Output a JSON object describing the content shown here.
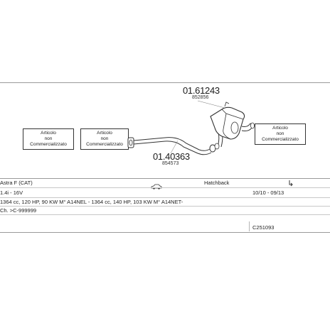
{
  "diagram": {
    "parts": [
      {
        "part_number": "01.61243",
        "sub_code": "852856"
      },
      {
        "part_number": "01.40363",
        "sub_code": "854573"
      }
    ],
    "not_sold_boxes": [
      {
        "line1": "Articolo",
        "line2": "non",
        "line3": "Commercializzato"
      },
      {
        "line1": "Articolo",
        "line2": "non",
        "line3": "Commercializzato"
      },
      {
        "line1": "Articolo",
        "line2": "non",
        "line3": "Commercializzato"
      }
    ]
  },
  "vehicle": {
    "model": "Astra F (CAT)",
    "body_type": "Hatchback",
    "engine": "1.4i - 16V",
    "date_range": "10/10 - 09/13",
    "engine_details": "1364 cc, 120 HP, 90 KW M° A14NEL - 1364 cc, 140 HP, 103 KW M° A14NET-",
    "chassis": "Ch. >C-999999",
    "catalog_code": "C251093"
  },
  "icons": {
    "car": "car-side-icon",
    "connector": "pipe-connector-icon"
  }
}
